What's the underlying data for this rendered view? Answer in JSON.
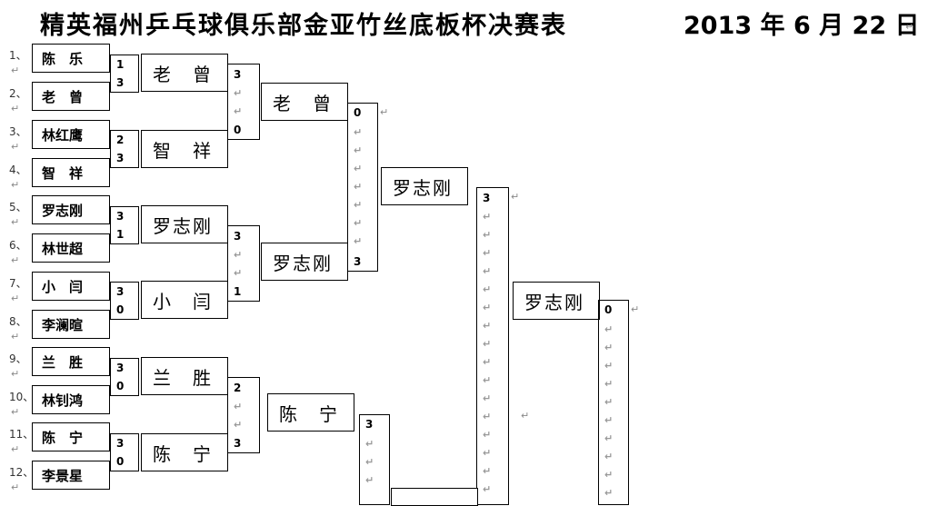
{
  "header": {
    "title": "精英福州乒乓球俱乐部金亚竹丝底板杯决赛表",
    "date": "2013 年 6 月 22 日"
  },
  "round1": [
    {
      "seed": "1、",
      "name": "陈　乐",
      "score": "1"
    },
    {
      "seed": "2、",
      "name": "老　曾",
      "score": "3"
    },
    {
      "seed": "3、",
      "name": "林红鹰",
      "score": "2"
    },
    {
      "seed": "4、",
      "name": "智　祥",
      "score": "3"
    },
    {
      "seed": "5、",
      "name": "罗志刚",
      "score": "3"
    },
    {
      "seed": "6、",
      "name": "林世超",
      "score": "1"
    },
    {
      "seed": "7、",
      "name": "小　闫",
      "score": "3"
    },
    {
      "seed": "8、",
      "name": "李澜暄",
      "score": "0"
    },
    {
      "seed": "9、",
      "name": "兰　胜",
      "score": "3"
    },
    {
      "seed": "10、",
      "name": "林钊鸿",
      "score": "0"
    },
    {
      "seed": "11、",
      "name": "陈　宁",
      "score": "3"
    },
    {
      "seed": "12、",
      "name": "李景星",
      "score": "0"
    }
  ],
  "round2": [
    {
      "name": "老　曾",
      "score": "3"
    },
    {
      "name": "智　祥",
      "score": "0"
    },
    {
      "name": "罗志刚",
      "score": "3"
    },
    {
      "name": "小　闫",
      "score": "1"
    },
    {
      "name": "兰　胜",
      "score": "2"
    },
    {
      "name": "陈　宁",
      "score": "3"
    }
  ],
  "round3": [
    {
      "name": "老　曾",
      "score": "0"
    },
    {
      "name": "罗志刚",
      "score": "3"
    },
    {
      "name": "陈　宁",
      "score": "3"
    }
  ],
  "round4": [
    {
      "name": "罗志刚",
      "score": "3"
    }
  ],
  "round5": [
    {
      "name": "罗志刚",
      "score": "0"
    }
  ]
}
